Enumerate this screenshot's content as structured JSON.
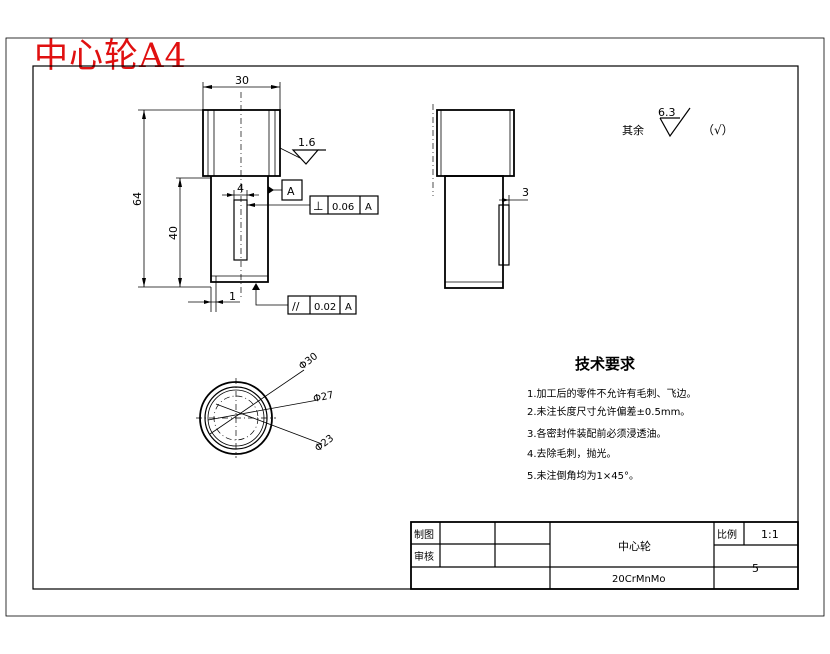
{
  "overlay_title": "中心轮A4",
  "dimensions": {
    "width_30": "30",
    "height_64": "64",
    "height_40": "40",
    "keyway_4": "4",
    "offset_1": "1",
    "section_3": "3",
    "dia_30": "Φ30",
    "dia_27": "Φ27",
    "dia_23": "Φ23"
  },
  "surface_finish": {
    "face_value": "1.6",
    "other_label": "其余",
    "other_value": "6.3",
    "check_mark": "（√）"
  },
  "tolerances": {
    "datum_label": "A",
    "perpendicularity": {
      "symbol": "⊥",
      "value": "0.06",
      "datum": "A"
    },
    "parallelism": {
      "symbol": "//",
      "value": "0.02",
      "datum": "A"
    }
  },
  "requirements": {
    "title": "技术要求",
    "items": [
      "1.加工后的零件不允许有毛刺、飞边。",
      "2.未注长度尺寸允许偏差±0.5mm。",
      "3.各密封件装配前必须浸透油。",
      "4.去除毛刺，抛光。",
      "5.未注倒角均为1×45°。"
    ]
  },
  "title_block": {
    "drawn_label": "制图",
    "check_label": "审核",
    "part_name": "中心轮",
    "material": "20CrMnMo",
    "scale_label": "比例",
    "scale_value": "1:1",
    "sheet_value": "5"
  }
}
